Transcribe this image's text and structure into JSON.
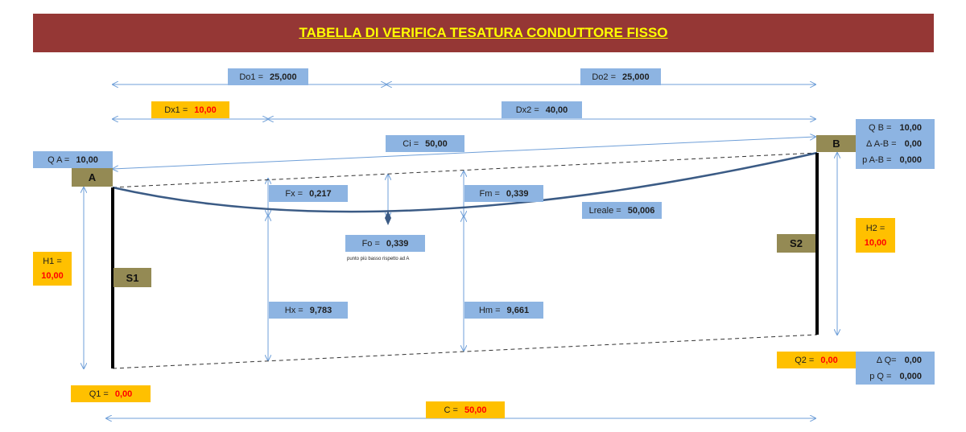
{
  "title": "TABELLA DI VERIFICA TESATURA CONDUTTORE FISSO",
  "points": {
    "a": "A",
    "b": "B",
    "s1": "S1",
    "s2": "S2"
  },
  "do1": {
    "label": "Do1 =",
    "value": "25,000"
  },
  "do2": {
    "label": "Do2 =",
    "value": "25,000"
  },
  "dx1": {
    "label": "Dx1 =",
    "value": "10,00"
  },
  "dx2": {
    "label": "Dx2 =",
    "value": "40,00"
  },
  "ci": {
    "label": "Ci =",
    "value": "50,00"
  },
  "qa": {
    "label": "Q A =",
    "value": "10,00"
  },
  "qb": {
    "label": "Q B =",
    "value": "10,00"
  },
  "delta_ab": {
    "label": "Δ A-B =",
    "value": "0,00"
  },
  "p_ab": {
    "label": "p A-B =",
    "value": "0,000"
  },
  "fx": {
    "label": "Fx =",
    "value": "0,217"
  },
  "fm": {
    "label": "Fm =",
    "value": "0,339"
  },
  "fo": {
    "label": "Fo =",
    "value": "0,339"
  },
  "fo_note": "punto più basso rispetto ad A",
  "lreale": {
    "label": "Lreale =",
    "value": "50,006"
  },
  "h1": {
    "label": "H1 =",
    "value": "10,00"
  },
  "h2": {
    "label": "H2 =",
    "value": "10,00"
  },
  "hx": {
    "label": "Hx =",
    "value": "9,783"
  },
  "hm": {
    "label": "Hm =",
    "value": "9,661"
  },
  "q1": {
    "label": "Q1 =",
    "value": "0,00"
  },
  "q2": {
    "label": "Q2 =",
    "value": "0,00"
  },
  "delta_q": {
    "label": "Δ Q=",
    "value": "0,00"
  },
  "pq": {
    "label": "p Q =",
    "value": "0,000"
  },
  "c": {
    "label": "C =",
    "value": "50,00"
  },
  "colors": {
    "title_bg": "#953735",
    "title_text": "#ffff00",
    "blue_box": "#8db4e2",
    "orange_box": "#ffc000",
    "olive_box": "#948a54",
    "arrow": "#6f9fd8",
    "cable": "#3b5b85"
  }
}
